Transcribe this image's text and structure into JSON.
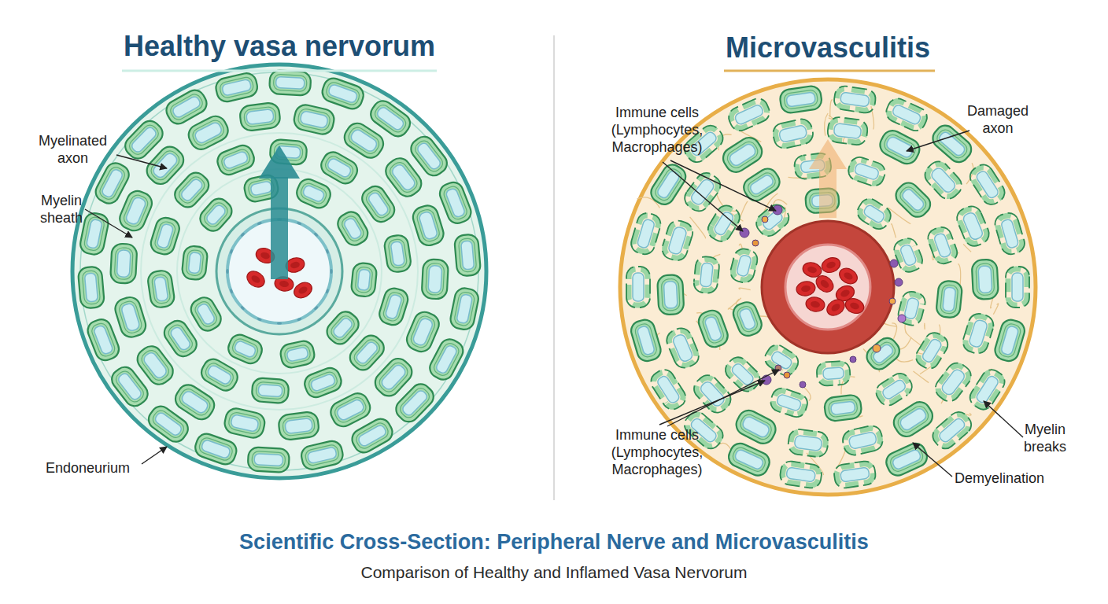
{
  "diagram": {
    "title": "Scientific Cross-Section: Peripheral Nerve and Microvasculitis",
    "caption": "Comparison of Healthy and Inflamed Vasa Nervorum",
    "nodes": [
      {
        "text": [
          "Healthy vasa nervorum"
        ]
      },
      {
        "text": [
          "Microvasculitis"
        ]
      }
    ],
    "labels": [
      "Myelinated axon",
      "Myelin sheath",
      "Endoneurium",
      "Immune cells (Lymphocytes, Macrophages)",
      "Damaged axon",
      "Myelin breaks",
      "Immune cells (Lymphocytes, Macrophages)",
      "Demyelination"
    ]
  }
}
